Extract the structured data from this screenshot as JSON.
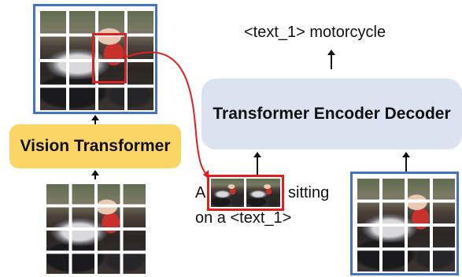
{
  "vision_transformer": {
    "label": "Vision Transformer"
  },
  "encoder_decoder": {
    "label": "Transformer Encoder Decoder"
  },
  "output": {
    "text": "<text_1> motorcycle"
  },
  "caption": {
    "prefix": "A",
    "middle": "sitting",
    "line2": "on a <text_1>"
  },
  "colors": {
    "vit_box": "#fbd566",
    "encoder_box": "#dbe3f1",
    "blue_frame": "#4472c4",
    "red_highlight": "#e02020"
  }
}
